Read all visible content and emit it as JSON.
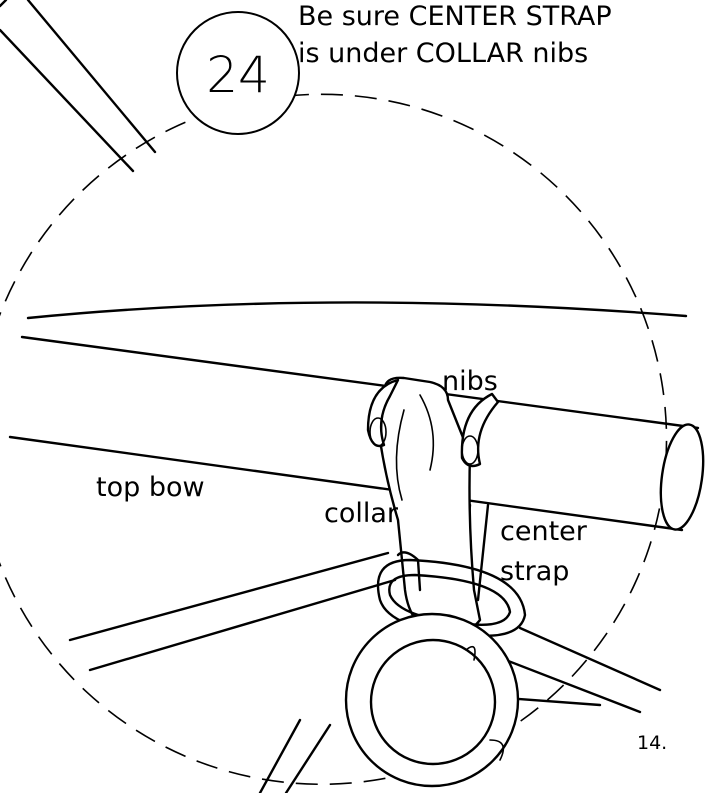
{
  "step": {
    "number": "24",
    "instruction_line1": "Be sure CENTER STRAP",
    "instruction_line2": "is under COLLAR nibs"
  },
  "labels": {
    "nibs": "nibs",
    "top_bow": "top bow",
    "collar": "collar",
    "center_line1": "center",
    "center_line2": "strap"
  },
  "page_number": "14."
}
